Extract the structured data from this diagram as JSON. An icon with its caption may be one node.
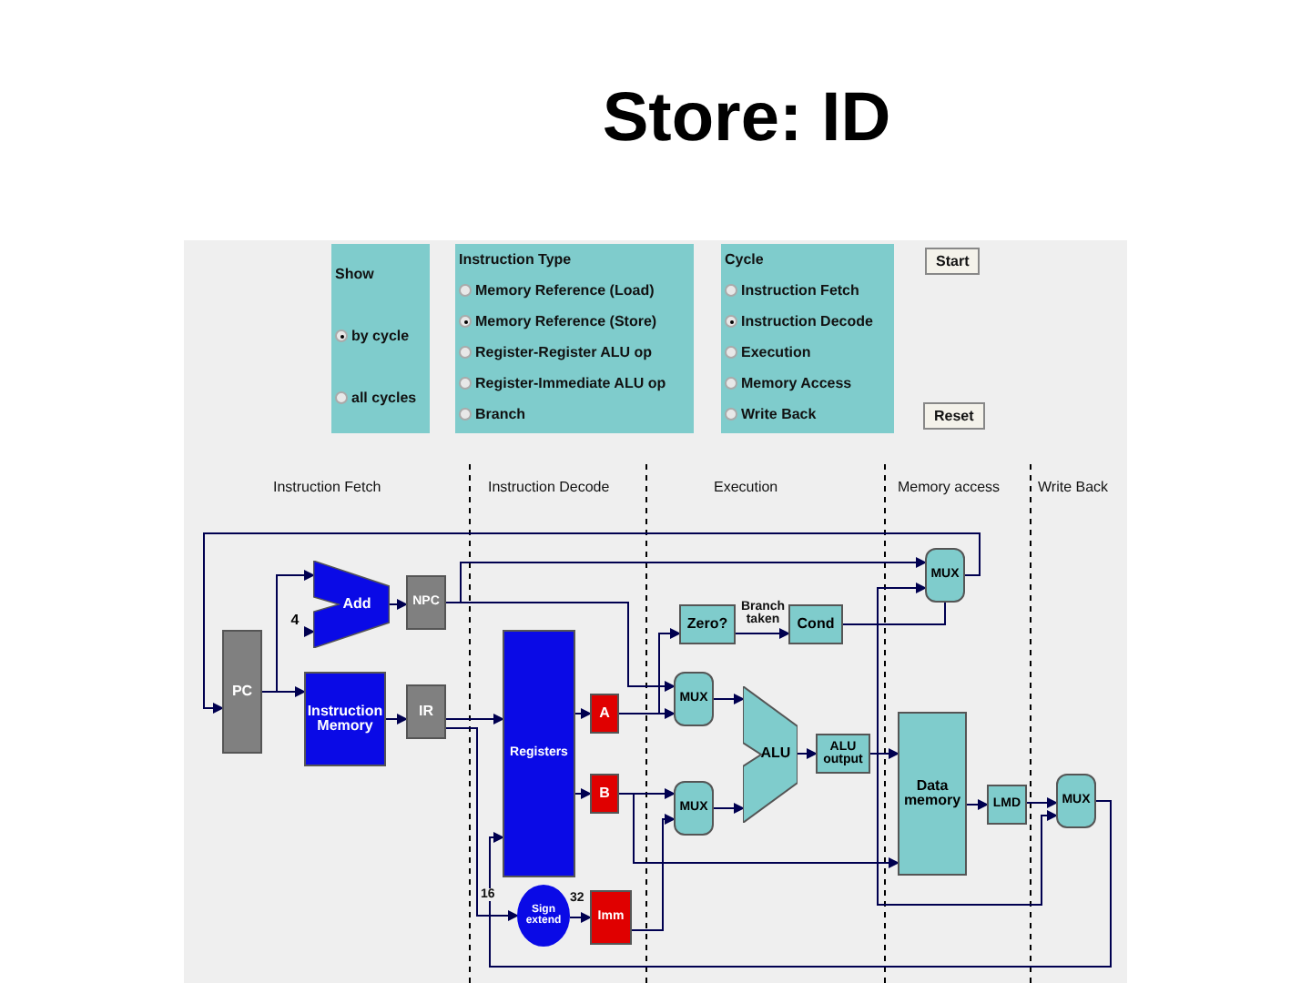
{
  "diagram": {
    "title": "Store: ID",
    "nodes": [
      {
        "text": [
          "Add"
        ]
      },
      {
        "text": [
          "NPC"
        ]
      },
      {
        "text": [
          "PC"
        ]
      },
      {
        "text": [
          "Instruction Memory"
        ]
      },
      {
        "text": [
          "IR"
        ]
      },
      {
        "text": [
          "Registers"
        ]
      },
      {
        "text": [
          "A"
        ]
      },
      {
        "text": [
          "B"
        ]
      },
      {
        "text": [
          "Sign extend"
        ]
      },
      {
        "text": [
          "Imm"
        ]
      },
      {
        "text": [
          "Zero?"
        ]
      },
      {
        "text": [
          "Cond"
        ]
      },
      {
        "text": [
          "MUX"
        ]
      },
      {
        "text": [
          "MUX"
        ]
      },
      {
        "text": [
          "MUX"
        ]
      },
      {
        "text": [
          "ALU"
        ]
      },
      {
        "text": [
          "ALU output"
        ]
      },
      {
        "text": [
          "Data memory"
        ]
      },
      {
        "text": [
          "LMD"
        ]
      },
      {
        "text": [
          "MUX"
        ]
      },
      {
        "text": [
          "4"
        ]
      }
    ],
    "edges": [
      {
        "from": 12,
        "to": 2,
        "arrow": "to"
      },
      {
        "from": 2,
        "to": 0,
        "arrow": "to"
      },
      {
        "from": 2,
        "to": 3,
        "arrow": "to"
      },
      {
        "from": 0,
        "to": 1,
        "arrow": "to"
      },
      {
        "from": 3,
        "to": 4,
        "arrow": "to"
      },
      {
        "from": 1,
        "to": 12,
        "arrow": "to"
      },
      {
        "from": 1,
        "to": 13,
        "arrow": "to"
      },
      {
        "from": 4,
        "to": 5,
        "arrow": "to"
      },
      {
        "from": 4,
        "to": 8,
        "arrow": "to",
        "label": "16"
      },
      {
        "from": 5,
        "to": 6,
        "arrow": "to"
      },
      {
        "from": 5,
        "to": 7,
        "arrow": "to"
      },
      {
        "from": 8,
        "to": 9,
        "arrow": "to",
        "label": "32"
      },
      {
        "from": 6,
        "to": 13,
        "arrow": "to"
      },
      {
        "from": 6,
        "to": 10,
        "arrow": "to"
      },
      {
        "from": 7,
        "to": 14,
        "arrow": "to"
      },
      {
        "from": 7,
        "to": 17,
        "arrow": "to"
      },
      {
        "from": 9,
        "to": 14,
        "arrow": "to"
      },
      {
        "from": 13,
        "to": 15,
        "arrow": "to"
      },
      {
        "from": 14,
        "to": 15,
        "arrow": "to"
      },
      {
        "from": 15,
        "to": 16,
        "arrow": "to"
      },
      {
        "from": 16,
        "to": 17,
        "arrow": "to"
      },
      {
        "from": 16,
        "to": 12,
        "arrow": "to"
      },
      {
        "from": 16,
        "to": 19,
        "arrow": "to"
      },
      {
        "from": 10,
        "to": 11,
        "arrow": "to",
        "label": "Branch taken"
      },
      {
        "from": 11,
        "to": 12,
        "arrow": "none"
      },
      {
        "from": 17,
        "to": 18,
        "arrow": "to"
      },
      {
        "from": 18,
        "to": 19,
        "arrow": "to"
      },
      {
        "from": 19,
        "to": 5,
        "arrow": "to"
      },
      {
        "from": 20,
        "to": 0,
        "arrow": "to"
      }
    ],
    "labels": [
      "Show",
      "by cycle",
      "all cycles",
      "Instruction Type",
      "Memory Reference (Load)",
      "Memory Reference (Store)",
      "Register-Register ALU op",
      "Register-Immediate ALU op",
      "Branch",
      "Cycle",
      "Instruction Fetch",
      "Instruction Decode",
      "Execution",
      "Memory Access",
      "Write Back",
      "Start",
      "Reset",
      "Instruction Fetch",
      "Instruction Decode",
      "Execution",
      "Memory access",
      "Write Back"
    ]
  }
}
